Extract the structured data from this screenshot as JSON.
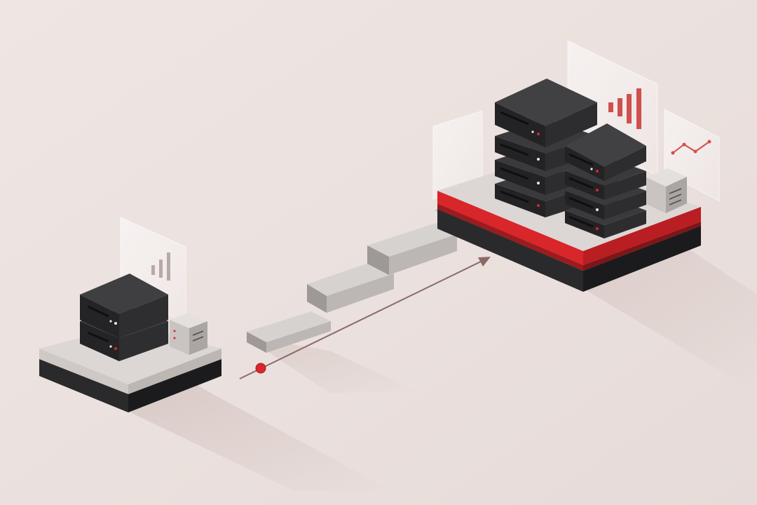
{
  "scene": {
    "description_label": "",
    "colors": {
      "background": "#ece2df",
      "server_dark": "#2b2b2d",
      "server_top": "#3a3a3c",
      "accent": "#d8262a",
      "platform_light": "#dcd7d5",
      "platform_dark": "#1f1f21",
      "step": "#d3cfcd",
      "arrow": "#8a6a66",
      "chart_bar": "#d0504d"
    },
    "small_cluster": {
      "server_units": 2,
      "storage_box": true,
      "panel_chart_bars": 3
    },
    "large_cluster": {
      "server_stacks": [
        4,
        4
      ],
      "storage_box": true,
      "panel_bar_chart_bars": 4,
      "panel_line_chart_points": 4,
      "accent_stripe": true
    },
    "migration": {
      "steps": 3,
      "arrow": "up-right",
      "start_marker_color": "#d8262a"
    }
  }
}
